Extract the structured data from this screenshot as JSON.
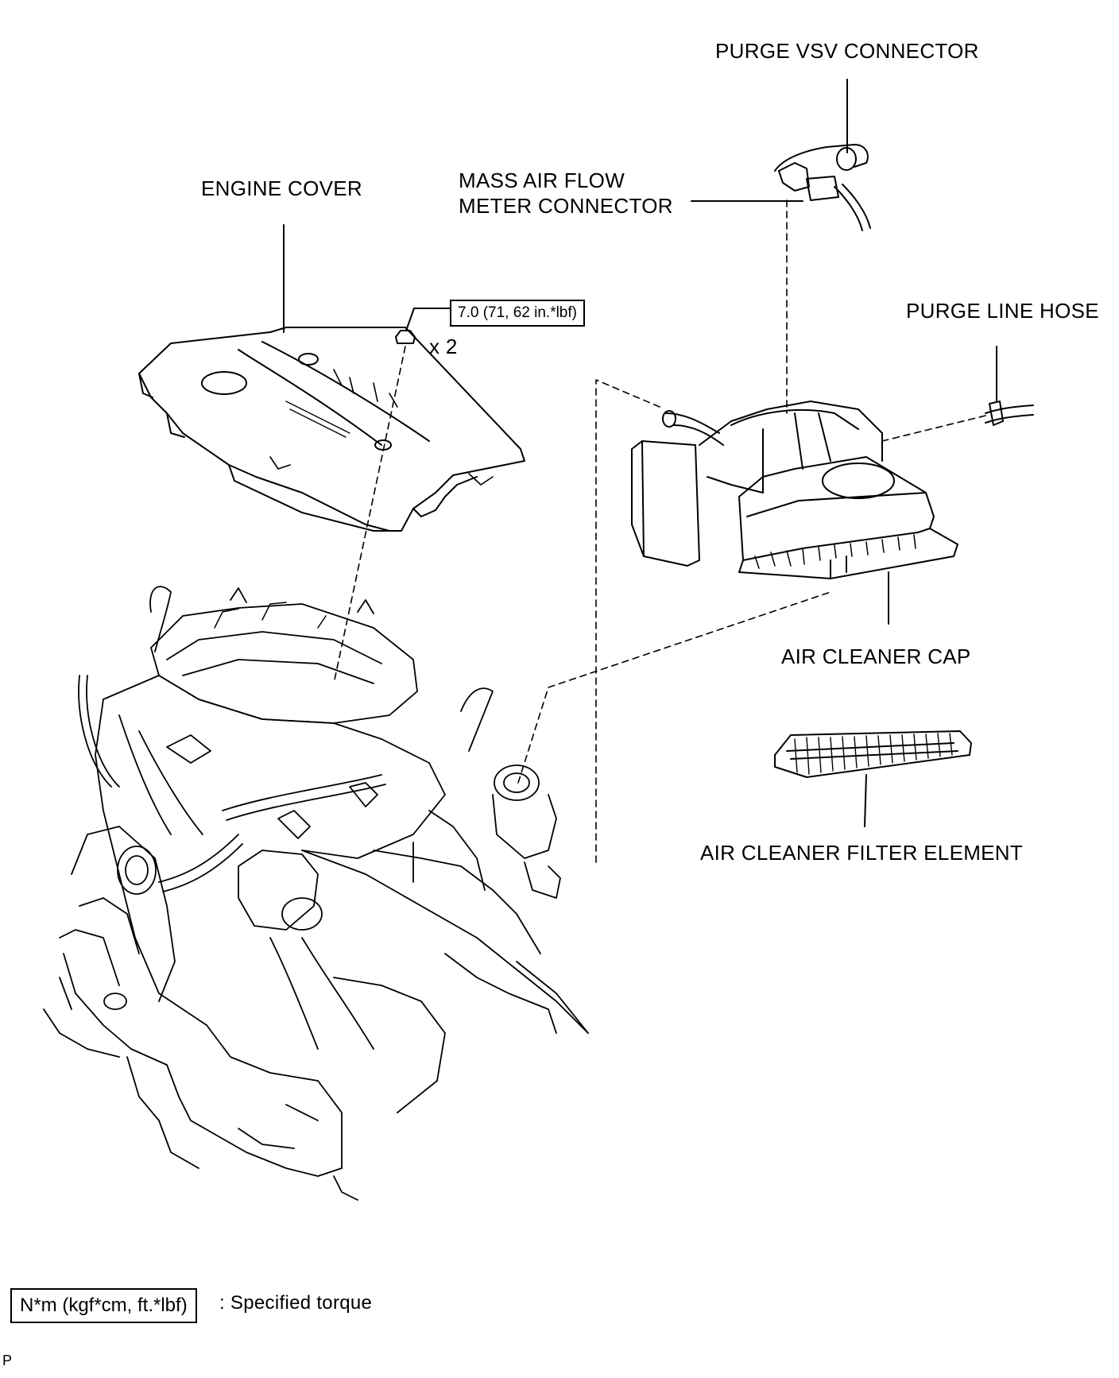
{
  "labels": {
    "purge_vsv_connector": "PURGE VSV CONNECTOR",
    "mass_air_flow_line1": "MASS AIR FLOW",
    "mass_air_flow_line2": "METER CONNECTOR",
    "engine_cover": "ENGINE COVER",
    "purge_line_hose": "PURGE LINE HOSE",
    "air_cleaner_cap": "AIR CLEANER CAP",
    "air_cleaner_filter_element": "AIR CLEANER FILTER ELEMENT"
  },
  "torque": {
    "value": "7.0 (71, 62 in.*lbf)",
    "quantity": "x 2"
  },
  "legend": {
    "box_text": "N*m (kgf*cm, ft.*lbf)",
    "description": ": Specified torque"
  },
  "page_marker": "P",
  "colors": {
    "line": "#000000",
    "background": "#ffffff"
  }
}
